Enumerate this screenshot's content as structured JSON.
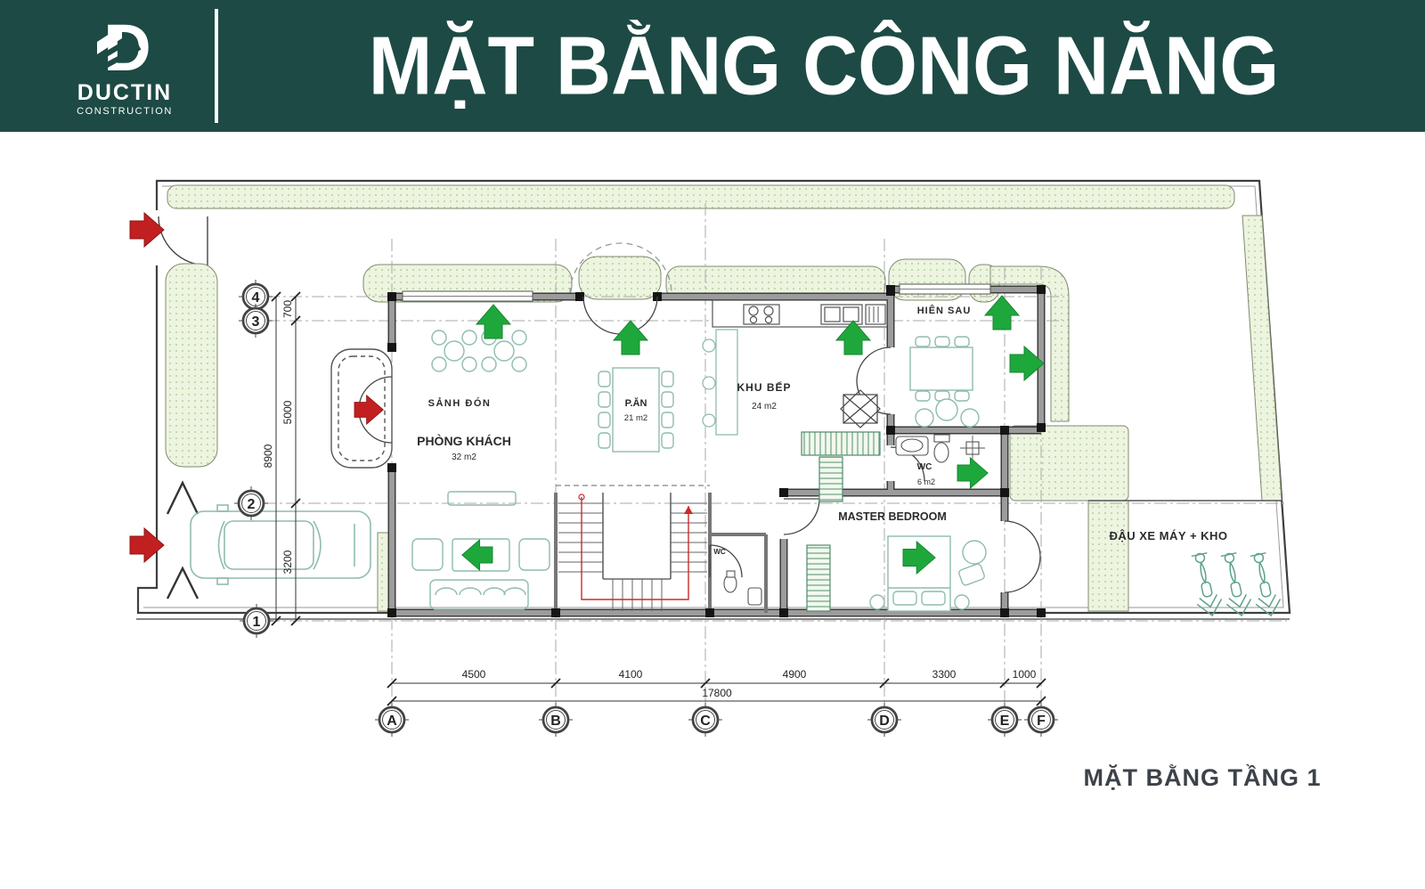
{
  "header": {
    "logo_name": "DUCTIN",
    "logo_sub": "CONSTRUCTION",
    "title": "MẶT BẰNG CÔNG NĂNG"
  },
  "caption": "MẶT BẰNG TẦNG 1",
  "rooms": {
    "sanh_don": "SẢNH ĐÓN",
    "phong_khach": "PHÒNG KHÁCH",
    "phong_khach_area": "32 m2",
    "p_an": "P.ĂN",
    "p_an_area": "21 m2",
    "khu_bep": "KHU BẾP",
    "khu_bep_area": "24 m2",
    "hien_sau": "HIÊN SAU",
    "wc": "WC",
    "wc_area": "6 m2",
    "wc_small": "WC",
    "master_bedroom": "MASTER BEDROOM",
    "parking": "ĐẬU XE MÁY + KHO"
  },
  "grid": {
    "columns": [
      "A",
      "B",
      "C",
      "D",
      "E",
      "F"
    ],
    "rows": [
      "4",
      "3",
      "2",
      "1"
    ]
  },
  "dims": {
    "h": [
      "4500",
      "4100",
      "4900",
      "3300",
      "1000"
    ],
    "h_total": "17800",
    "v": [
      "700",
      "5000",
      "3200"
    ],
    "v_total": "8900"
  },
  "colors": {
    "header_bg": "#1d4a44",
    "hatch_fill": "#edf4e0",
    "hatch_dot": "#a4c883",
    "wall_gray": "#9c9c9c",
    "green_arrow": "#1ea83c",
    "red_arrow": "#c22020",
    "furniture_teal": "#8fbcae",
    "caption_color": "#3c4249",
    "stair_path_red": "#cc2a2a"
  }
}
